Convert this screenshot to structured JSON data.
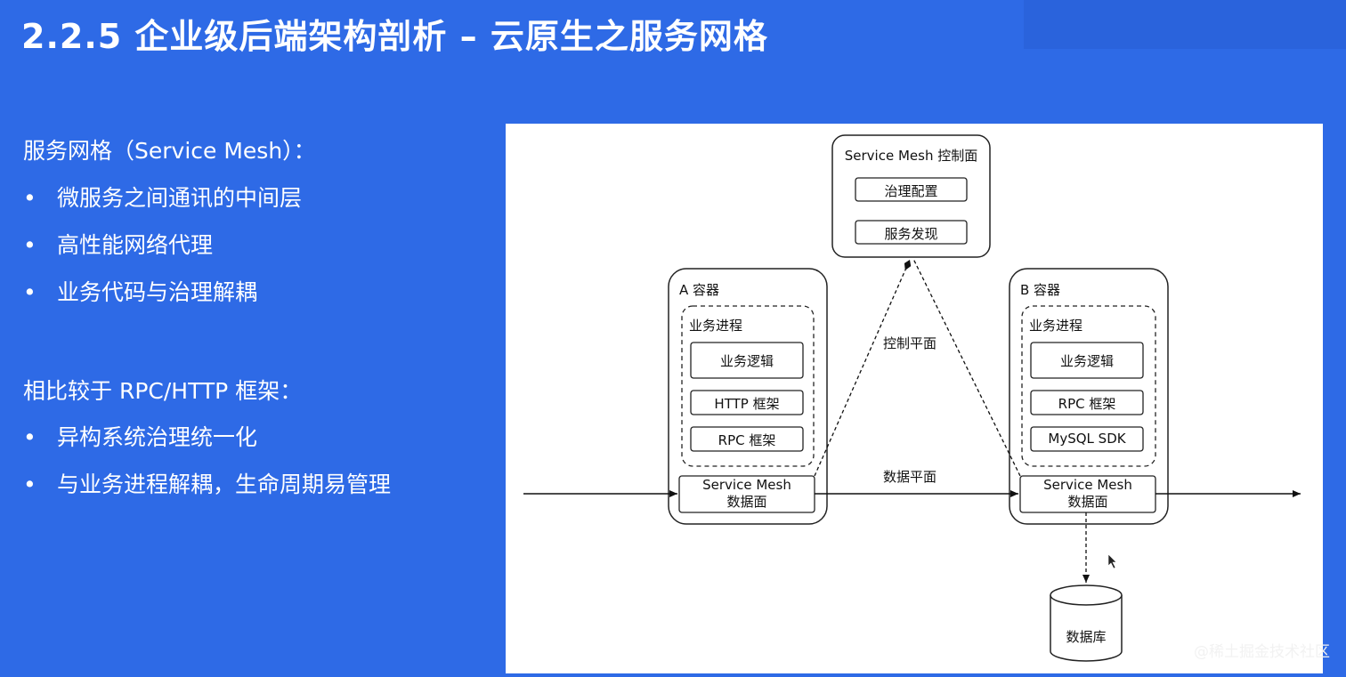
{
  "title": "2.2.5 企业级后端架构剖析 – 云原生之服务网格",
  "service_mesh_section": {
    "heading": "服务网格（Service Mesh）：",
    "bullets": [
      "微服务之间通讯的中间层",
      "高性能网络代理",
      "业务代码与治理解耦"
    ]
  },
  "comparison_section": {
    "heading": "相比较于 RPC/HTTP 框架：",
    "bullets": [
      "异构系统治理统一化",
      "与业务进程解耦，生命周期易管理"
    ]
  },
  "diagram": {
    "control_plane": {
      "title": "Service Mesh 控制面",
      "items": [
        "治理配置",
        "服务发现"
      ]
    },
    "container_a": {
      "title": "A 容器",
      "process_label": "业务进程",
      "items": [
        "业务逻辑",
        "HTTP 框架",
        "RPC 框架"
      ],
      "mesh_line1": "Service Mesh",
      "mesh_line2": "数据面"
    },
    "container_b": {
      "title": "B 容器",
      "process_label": "业务进程",
      "items": [
        "业务逻辑",
        "RPC 框架",
        "MySQL SDK"
      ],
      "mesh_line1": "Service Mesh",
      "mesh_line2": "数据面"
    },
    "control_plane_label": "控制平面",
    "data_plane_label": "数据平面",
    "database_label": "数据库"
  },
  "watermark": "@稀土掘金技术社区"
}
